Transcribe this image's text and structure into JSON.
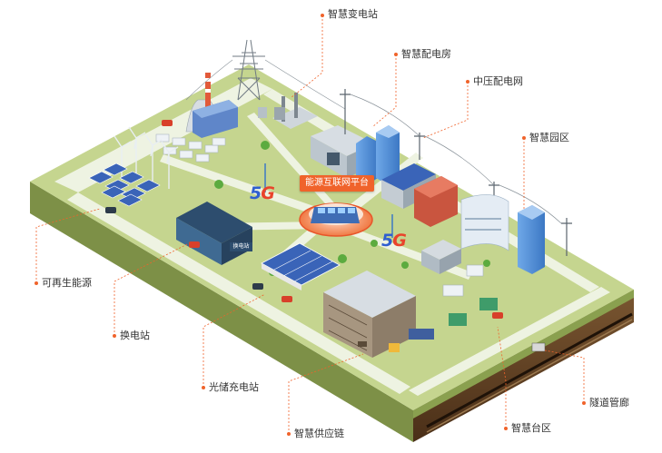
{
  "hub": {
    "label": "能源互联网平台"
  },
  "callouts": {
    "substation": "智慧变电站",
    "distribution_room": "智慧配电房",
    "mv_grid": "中压配电网",
    "smart_park": "智慧园区",
    "renewable": "可再生能源",
    "battery_swap": "换电站",
    "storage_charging": "光储充电站",
    "supply_chain": "智慧供应链",
    "transformer_area": "智慧台区",
    "utility_tunnel": "隧道管廊"
  },
  "badges": {
    "five_g_digit": "5",
    "five_g_letter": "G",
    "swap_sign": "换电站"
  },
  "colors": {
    "ground_top": "#c5d58f",
    "ground_side": "#7d9047",
    "soil": "#5b3d22",
    "road": "#eef3e2",
    "accent": "#f0632b",
    "building_blue": "#4f8fd6",
    "solar_blue": "#3a64b8",
    "leader_line": "#f0632b"
  }
}
